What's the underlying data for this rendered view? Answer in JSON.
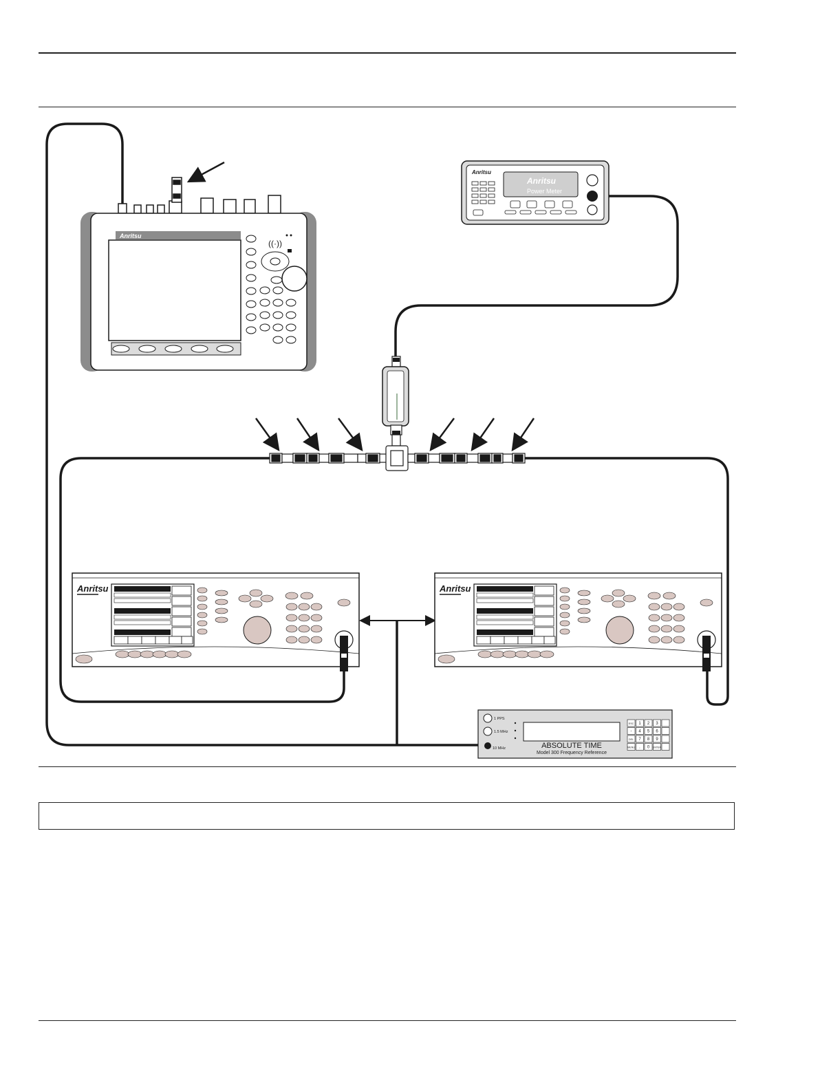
{
  "brand": "Anritsu",
  "power_meter": {
    "display_text": "Power Meter"
  },
  "frequency_reference": {
    "title": "ABSOLUTE TIME",
    "model": "Model 300 Frequency Reference",
    "port_labels": [
      "1 PPS",
      "1.5 MHz",
      "10 MHz"
    ],
    "keypad": [
      "ESC",
      "1",
      "2",
      "3",
      "",
      "-",
      "4",
      "5",
      "6",
      "",
      "DEL",
      "7",
      "8",
      "9",
      "",
      "MENU",
      ".",
      "0",
      "ENTER",
      ""
    ]
  },
  "colors": {
    "line": "#1a1a1a",
    "device_gray": "#8c8c8c",
    "panel_gray": "#dcdcdc",
    "display_gray": "#cfcfcf",
    "knob_color": "#d9c7c2"
  }
}
